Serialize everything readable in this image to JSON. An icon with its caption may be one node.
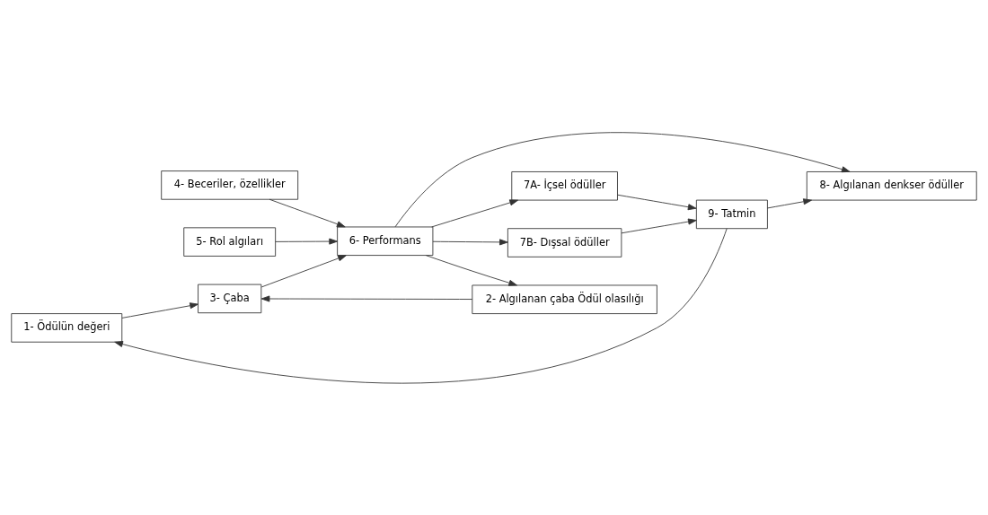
{
  "diagram": {
    "nodes": [
      {
        "text": [
          "1- Ödülün değeri"
        ]
      },
      {
        "text": [
          "8- Algılanan denkser ödüller"
        ]
      },
      {
        "text": [
          "4- Beceriler, özellikler"
        ]
      },
      {
        "text": [
          "3- Çaba"
        ]
      },
      {
        "text": [
          "6- Performans"
        ]
      },
      {
        "text": [
          "7A- İçsel ödüller"
        ]
      },
      {
        "text": [
          "9- Tatmin"
        ]
      },
      {
        "text": [
          "7B- Dışsal ödüller"
        ]
      },
      {
        "text": [
          "5- Rol algıları"
        ]
      },
      {
        "text": [
          "2- Algılanan çaba Ödül olasılığı"
        ]
      }
    ],
    "edges": [
      {
        "from": 0,
        "to": 3,
        "arrow": "to"
      },
      {
        "from": 9,
        "to": 3,
        "arrow": "to"
      },
      {
        "from": 3,
        "to": 4,
        "arrow": "to"
      },
      {
        "from": 2,
        "to": 4,
        "arrow": "to"
      },
      {
        "from": 8,
        "to": 4,
        "arrow": "to"
      },
      {
        "from": 4,
        "to": 1,
        "arrow": "to"
      },
      {
        "from": 4,
        "to": 5,
        "arrow": "to"
      },
      {
        "from": 4,
        "to": 7,
        "arrow": "to"
      },
      {
        "from": 4,
        "to": 9,
        "arrow": "to"
      },
      {
        "from": 5,
        "to": 6,
        "arrow": "to"
      },
      {
        "from": 7,
        "to": 6,
        "arrow": "to"
      },
      {
        "from": 6,
        "to": 1,
        "arrow": "to"
      },
      {
        "from": 6,
        "to": 0,
        "arrow": "to"
      }
    ]
  }
}
